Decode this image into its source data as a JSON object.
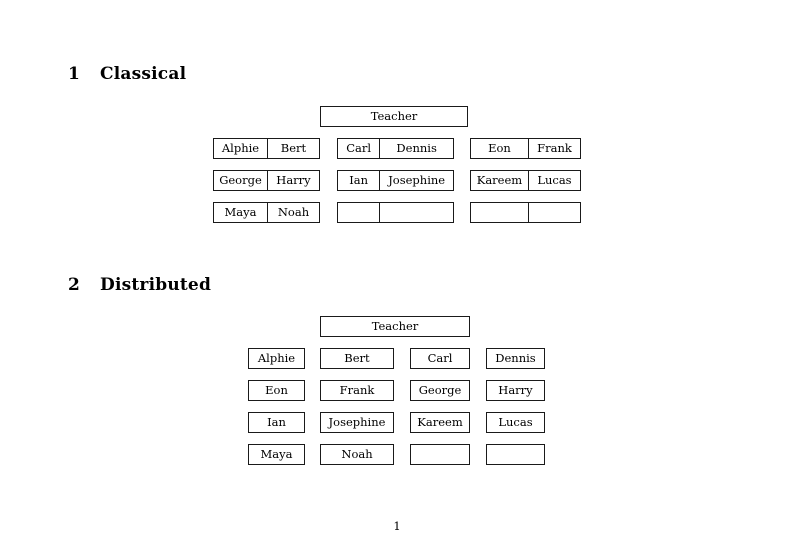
{
  "document": {
    "page_number": "1"
  },
  "sections": [
    {
      "number": "1",
      "title": "Classical",
      "teacher_label": "Teacher",
      "layout": "three-groups-of-paired-cells",
      "groups": [
        {
          "name": "group-left",
          "rows": [
            {
              "cells": [
                "Alphie",
                "Bert"
              ]
            },
            {
              "cells": [
                "George",
                "Harry"
              ]
            },
            {
              "cells": [
                "Maya",
                "Noah"
              ]
            }
          ]
        },
        {
          "name": "group-middle",
          "rows": [
            {
              "cells": [
                "Carl",
                "Dennis"
              ]
            },
            {
              "cells": [
                "Ian",
                "Josephine"
              ]
            },
            {
              "cells": [
                "",
                ""
              ]
            }
          ]
        },
        {
          "name": "group-right",
          "rows": [
            {
              "cells": [
                "Eon",
                "Frank"
              ]
            },
            {
              "cells": [
                "Kareem",
                "Lucas"
              ]
            },
            {
              "cells": [
                "",
                ""
              ]
            }
          ]
        }
      ]
    },
    {
      "number": "2",
      "title": "Distributed",
      "teacher_label": "Teacher",
      "layout": "four-column-grid-of-separate-cells",
      "rows": [
        {
          "cells": [
            "Alphie",
            "Bert",
            "Carl",
            "Dennis"
          ]
        },
        {
          "cells": [
            "Eon",
            "Frank",
            "George",
            "Harry"
          ]
        },
        {
          "cells": [
            "Ian",
            "Josephine",
            "Kareem",
            "Lucas"
          ]
        },
        {
          "cells": [
            "Maya",
            "Noah",
            "",
            ""
          ]
        }
      ]
    }
  ],
  "colors": {
    "page_background": "#ffffff",
    "text": "#000000",
    "box_border": "#1a1a1a"
  }
}
